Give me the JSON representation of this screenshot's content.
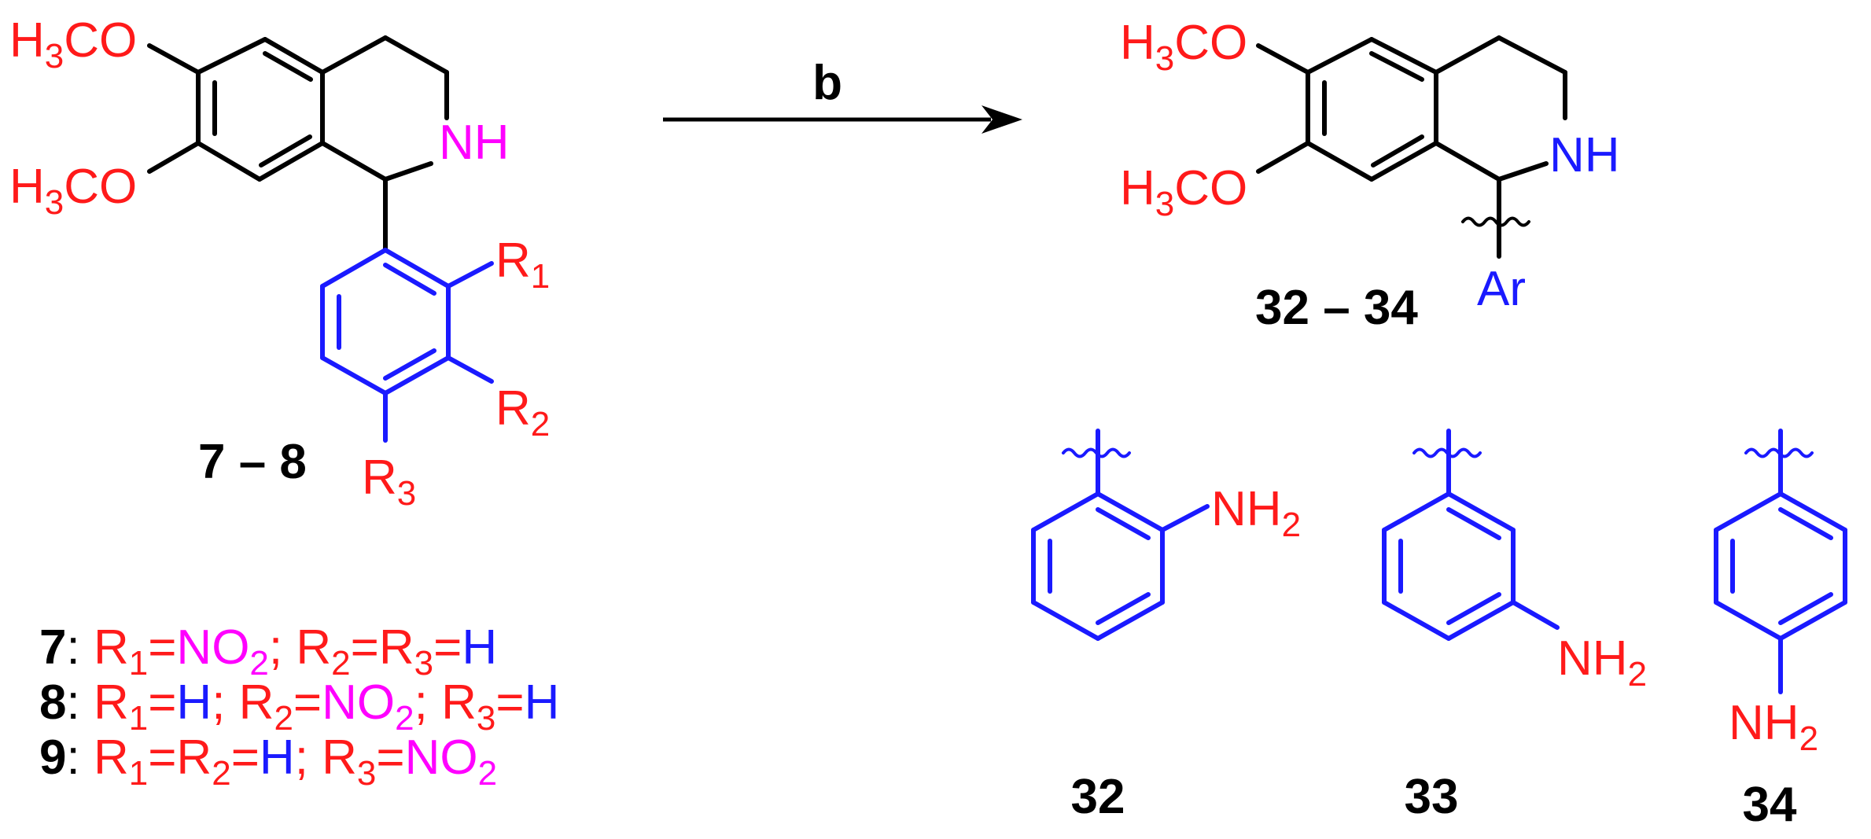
{
  "colors": {
    "bond": "#000000",
    "aryl": "#1a1aff",
    "oxygen_group": "#ff1a1a",
    "nitro": "#ff00ff",
    "black": "#000000"
  },
  "reaction": {
    "reagent_label": "b"
  },
  "starting_material": {
    "ome_top": {
      "main": "H",
      "sub": "3",
      "tail": "CO"
    },
    "ome_bottom": {
      "main": "H",
      "sub": "3",
      "tail": "CO"
    },
    "nh": "NH",
    "r1": {
      "main": "R",
      "sub": "1"
    },
    "r2": {
      "main": "R",
      "sub": "2"
    },
    "r3": {
      "main": "R",
      "sub": "3"
    },
    "compound_label": "7 – 8"
  },
  "product": {
    "ome_top": {
      "main": "H",
      "sub": "3",
      "tail": "CO"
    },
    "ome_bottom": {
      "main": "H",
      "sub": "3",
      "tail": "CO"
    },
    "nh": "NH",
    "ar": "Ar",
    "compound_label": "32 – 34"
  },
  "substituent_table": [
    {
      "id": "7",
      "sep": ": ",
      "parts": [
        {
          "t": "R",
          "c": "oxygen_group"
        },
        {
          "t": "1",
          "c": "oxygen_group",
          "sub": true
        },
        {
          "t": "=",
          "c": "oxygen_group"
        },
        {
          "t": "NO",
          "c": "nitro"
        },
        {
          "t": "2",
          "c": "nitro",
          "sub": true
        },
        {
          "t": "; ",
          "c": "oxygen_group"
        },
        {
          "t": "R",
          "c": "oxygen_group"
        },
        {
          "t": "2",
          "c": "oxygen_group",
          "sub": true
        },
        {
          "t": "=",
          "c": "oxygen_group"
        },
        {
          "t": "R",
          "c": "oxygen_group"
        },
        {
          "t": "3",
          "c": "oxygen_group",
          "sub": true
        },
        {
          "t": "=",
          "c": "oxygen_group"
        },
        {
          "t": "H",
          "c": "aryl"
        }
      ]
    },
    {
      "id": "8",
      "sep": ": ",
      "parts": [
        {
          "t": "R",
          "c": "oxygen_group"
        },
        {
          "t": "1",
          "c": "oxygen_group",
          "sub": true
        },
        {
          "t": "=",
          "c": "oxygen_group"
        },
        {
          "t": "H",
          "c": "aryl"
        },
        {
          "t": "; ",
          "c": "oxygen_group"
        },
        {
          "t": "R",
          "c": "oxygen_group"
        },
        {
          "t": "2",
          "c": "oxygen_group",
          "sub": true
        },
        {
          "t": "=",
          "c": "oxygen_group"
        },
        {
          "t": "NO",
          "c": "nitro"
        },
        {
          "t": "2",
          "c": "nitro",
          "sub": true
        },
        {
          "t": "; ",
          "c": "oxygen_group"
        },
        {
          "t": "R",
          "c": "oxygen_group"
        },
        {
          "t": "3",
          "c": "oxygen_group",
          "sub": true
        },
        {
          "t": "=",
          "c": "oxygen_group"
        },
        {
          "t": "H",
          "c": "aryl"
        }
      ]
    },
    {
      "id": "9",
      "sep": ": ",
      "parts": [
        {
          "t": "R",
          "c": "oxygen_group"
        },
        {
          "t": "1",
          "c": "oxygen_group",
          "sub": true
        },
        {
          "t": "=",
          "c": "oxygen_group"
        },
        {
          "t": "R",
          "c": "oxygen_group"
        },
        {
          "t": "2",
          "c": "oxygen_group",
          "sub": true
        },
        {
          "t": "=",
          "c": "oxygen_group"
        },
        {
          "t": "H",
          "c": "aryl"
        },
        {
          "t": "; ",
          "c": "oxygen_group"
        },
        {
          "t": "R",
          "c": "oxygen_group"
        },
        {
          "t": "3",
          "c": "oxygen_group",
          "sub": true
        },
        {
          "t": "=",
          "c": "oxygen_group"
        },
        {
          "t": "NO",
          "c": "nitro"
        },
        {
          "t": "2",
          "c": "nitro",
          "sub": true
        }
      ]
    }
  ],
  "aryl_groups": [
    {
      "nh2": {
        "main": "NH",
        "sub": "2"
      },
      "compound_label": "32"
    },
    {
      "nh2": {
        "main": "NH",
        "sub": "2"
      },
      "compound_label": "33"
    },
    {
      "nh2": {
        "main": "NH",
        "sub": "2"
      },
      "compound_label": "34"
    }
  ]
}
